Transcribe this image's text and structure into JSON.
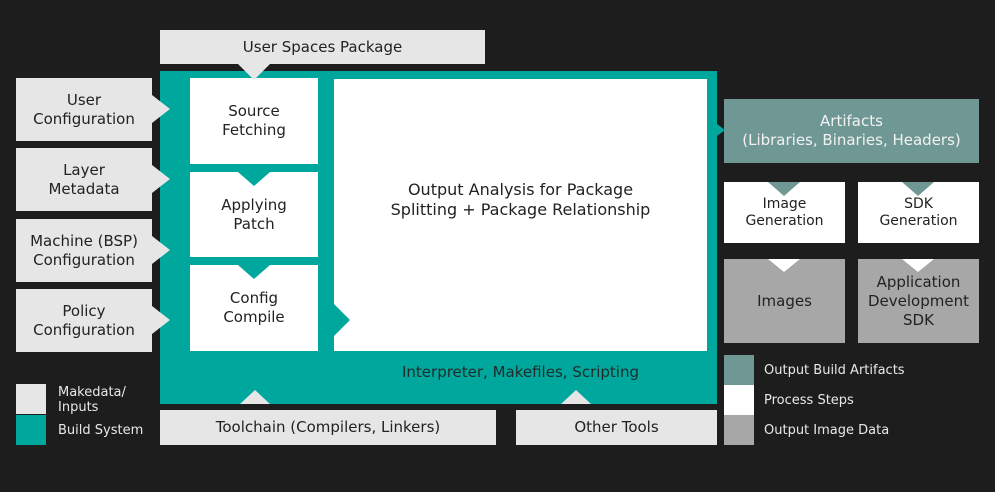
{
  "diagram": {
    "top_input": "User Spaces Package",
    "left_inputs": [
      "User\nConfiguration",
      "Layer\nMetadata",
      "Machine (BSP)\nConfiguration",
      "Policy\nConfiguration"
    ],
    "process_steps": [
      "Source\nFetching",
      "Applying\nPatch",
      "Config\nCompile"
    ],
    "main_box": "Output Analysis for Package\nSplitting + Package Relationship",
    "build_system_label": "Interpreter, Makefiles, Scripting",
    "bottom_inputs": [
      "Toolchain (Compilers, Linkers)",
      "Other Tools"
    ],
    "artifacts": "Artifacts\n(Libraries, Binaries, Headers)",
    "generation": [
      "Image\nGeneration",
      "SDK\nGeneration"
    ],
    "outputs": [
      "Images",
      "Application\nDevelopment\nSDK"
    ],
    "legend_left": [
      {
        "label": "Makedata/\nInputs",
        "color": "#e6e6e6"
      },
      {
        "label": "Build System",
        "color": "#00a79d"
      }
    ],
    "legend_right": [
      {
        "label": "Output Build Artifacts",
        "color": "#6f9794"
      },
      {
        "label": "Process Steps",
        "color": "#ffffff"
      },
      {
        "label": "Output Image Data",
        "color": "#a7a7a7"
      }
    ]
  }
}
